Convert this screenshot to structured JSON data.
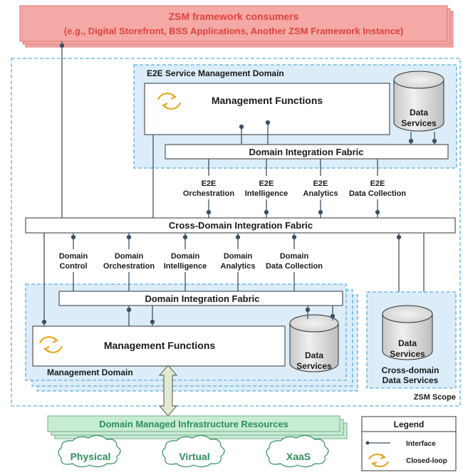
{
  "consumers": {
    "title": "ZSM framework consumers",
    "subtitle": "(e.g., Digital Storefront, BSS Applications, Another ZSM Framework Instance)"
  },
  "e2e_domain": {
    "title": "E2E Service Management Domain",
    "management_functions": "Management Functions",
    "data_services": [
      "Data",
      "Services"
    ],
    "integration_fabric": "Domain Integration Fabric",
    "services": [
      {
        "line1": "E2E",
        "line2": "Orchestration"
      },
      {
        "line1": "E2E",
        "line2": "Intelligence"
      },
      {
        "line1": "E2E",
        "line2": "Analytics"
      },
      {
        "line1": "E2E",
        "line2": "Data Collection"
      }
    ]
  },
  "cross_domain_fabric": "Cross-Domain Integration Fabric",
  "domain_services": [
    {
      "line1": "Domain",
      "line2": "Control"
    },
    {
      "line1": "Domain",
      "line2": "Orchestration"
    },
    {
      "line1": "Domain",
      "line2": "Intelligence"
    },
    {
      "line1": "Domain",
      "line2": "Analytics"
    },
    {
      "line1": "Domain",
      "line2": "Data Collection"
    }
  ],
  "management_domain": {
    "title": "Management Domain",
    "integration_fabric": "Domain Integration Fabric",
    "management_functions": "Management Functions",
    "data_services": [
      "Data",
      "Services"
    ]
  },
  "cross_domain_data": {
    "data_services": [
      "Data",
      "Services"
    ],
    "caption": [
      "Cross-domain",
      "Data Services"
    ]
  },
  "zsm_scope": "ZSM Scope",
  "infrastructure": {
    "title": "Domain Managed Infrastructure Resources",
    "clouds": [
      "Physical",
      "Virtual",
      "XaaS"
    ]
  },
  "legend": {
    "title": "Legend",
    "interface": "Interface",
    "closed_loop": "Closed-loop"
  },
  "colors": {
    "consumer_fill": "#f4a9a6",
    "consumer_text": "#e0433c",
    "dash_blue": "#5aaee0",
    "domain_fill": "#dcedf9",
    "infra_fill": "#c6ecd4",
    "infra_text": "#2f8f5a",
    "loop_orange": "#e6a214",
    "interface_dot": "#3e5063"
  }
}
